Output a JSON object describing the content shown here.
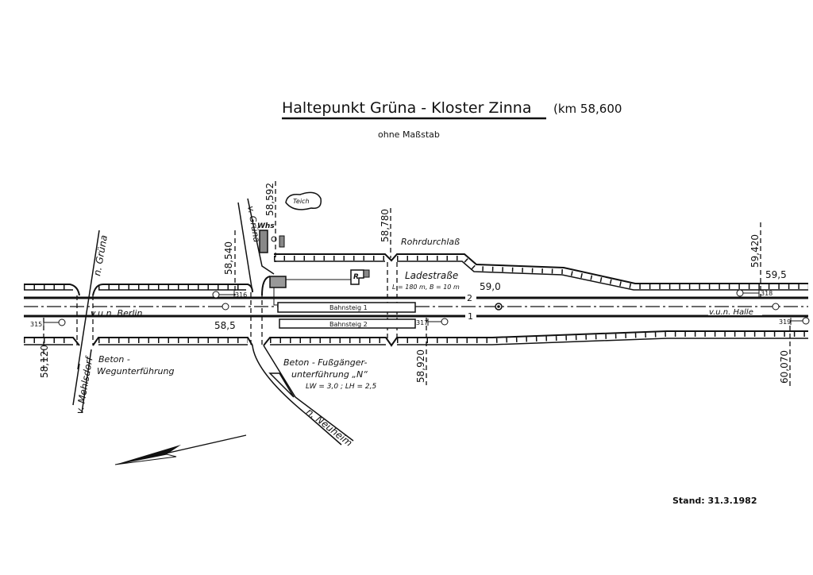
{
  "title": "Haltepunkt Grüna - Kloster Zinna",
  "title_km": "(km 58,600",
  "subtitle": "ohne Maßstab",
  "stand": "Stand: 31.3.1982",
  "km_posts": [
    "58,120",
    "58,540",
    "58,592",
    "58,780",
    "58,920",
    "59,420",
    "60,070"
  ],
  "km_labels": [
    "58,5",
    "59,0",
    "59,5"
  ],
  "tracks": {
    "track2": "2",
    "track1": "1"
  },
  "directions": {
    "left": "v.u.n. Berlin",
    "right": "v.u.n. Halle"
  },
  "signals": [
    "315",
    "316",
    "317",
    "318",
    "319"
  ],
  "platforms": [
    "Bahnsteig 1",
    "Bahnsteig 2"
  ],
  "roads": {
    "to_gruna": "n. Grüna",
    "from_mehlsdorf": "v. Mehlsdorf",
    "from_gruna": "v. Grüna",
    "to_neuheim": "n. Neuheim"
  },
  "features": {
    "pond": "Teich",
    "whs": "Whs",
    "building_r": "R",
    "culvert": "Rohrdurchlaß",
    "loading_road": "Ladestraße",
    "loading_road_dims": "L = 180 m, B = 10 m",
    "underpass_road_1": "Beton -",
    "underpass_road_2": "Wegunterführung",
    "underpass_ped_1": "Beton - Fußgänger-",
    "underpass_ped_2": "unterführung „N“",
    "underpass_ped_3": "LW = 3,0 ; LH = 2,5"
  }
}
